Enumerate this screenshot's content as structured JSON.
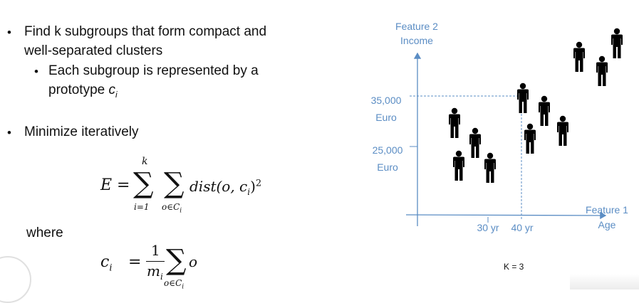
{
  "bullets": [
    {
      "text_line1": "Find k subgroups that form compact and",
      "text_line2": "well-separated clusters"
    },
    {
      "sub_line1": "Each subgroup is represented by a",
      "sub_line2": "prototype ",
      "sub_var": "c",
      "sub_sub": "i"
    },
    {
      "text": "Minimize iteratively"
    }
  ],
  "formula1": {
    "lhs": "E =",
    "sum1_top": "k",
    "sum1_bottom": "i=1",
    "sum2_bottom": "o∈C",
    "sum2_bottom_sub": "i",
    "term": "dist(o, c",
    "term_sub": "i",
    "term_end": ")",
    "power": "2"
  },
  "where_label": "where",
  "formula2": {
    "lhs": "c",
    "lhs_sub": "i",
    "eq": "=",
    "numerator": "1",
    "denominator": "m",
    "denominator_sub": "i",
    "sum_bottom": "o∈C",
    "sum_bottom_sub": "i",
    "term": "o"
  },
  "diagram": {
    "y_axis_label_line1": "Feature 2",
    "y_axis_label_line2": "Income",
    "x_axis_label_line1": "Feature 1",
    "x_axis_label_line2": "Age",
    "y_ticks": [
      {
        "value": "35,000",
        "unit": "Euro"
      },
      {
        "value": "25,000",
        "unit": "Euro"
      }
    ],
    "x_ticks": [
      "30 yr",
      "40 yr"
    ],
    "caption": "K = 3",
    "axis_color": "#5b8dc4",
    "person_icon": "person-icon"
  }
}
